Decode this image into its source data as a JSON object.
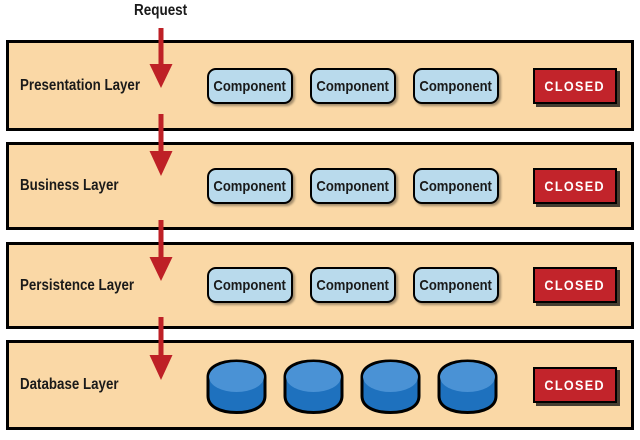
{
  "request": {
    "label": "Request"
  },
  "layers": [
    {
      "label": "Presentation Layer",
      "components": [
        "Component",
        "Component",
        "Component"
      ],
      "status": "CLOSED"
    },
    {
      "label": "Business Layer",
      "components": [
        "Component",
        "Component",
        "Component"
      ],
      "status": "CLOSED"
    },
    {
      "label": "Persistence Layer",
      "components": [
        "Component",
        "Component",
        "Component"
      ],
      "status": "CLOSED"
    },
    {
      "label": "Database Layer",
      "database_count": 4,
      "status": "CLOSED"
    }
  ],
  "colors": {
    "canvas-bg": "#ffffff",
    "layer-fill": "#fad8a6",
    "layer-border": "#000000",
    "component-fill": "#b9daec",
    "status-closed-fill": "#c2242b",
    "status-closed-text": "#ffffff",
    "arrow-red": "#be2026",
    "db-top": "#4a92d5",
    "db-body": "#1e71be",
    "text": "#1a1a1a"
  }
}
